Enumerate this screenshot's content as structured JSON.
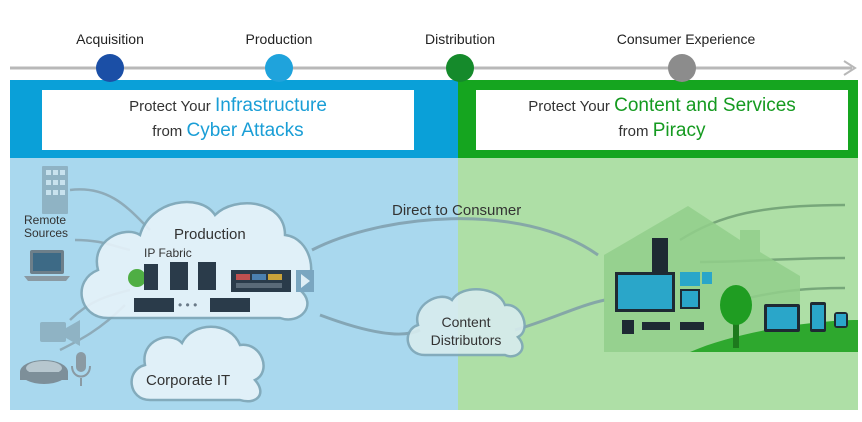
{
  "timeline": {
    "stages": [
      {
        "label": "Acquisition",
        "color": "#1b4fa6"
      },
      {
        "label": "Production",
        "color": "#1fa3dc"
      },
      {
        "label": "Distribution",
        "color": "#158a2b"
      },
      {
        "label": "Consumer Experience",
        "color": "#8c8c8c"
      }
    ]
  },
  "panels": {
    "left": {
      "prefix1": "Protect Your",
      "highlight1": "Infrastructure",
      "prefix2": "from",
      "highlight2": "Cyber Attacks",
      "accent": "#0aa0d8",
      "background": "#a9d8ee"
    },
    "right": {
      "prefix1": "Protect Your",
      "highlight1": "Content and Services",
      "prefix2": "from",
      "highlight2": "Piracy",
      "accent": "#15a51f",
      "background": "#aedfa6"
    }
  },
  "labels": {
    "remote_sources_line1": "Remote",
    "remote_sources_line2": "Sources",
    "production": "Production",
    "ip_fabric": "IP Fabric",
    "ellipsis": "• • •",
    "corporate_it": "Corporate IT",
    "direct_to_consumer": "Direct to Consumer",
    "content": "Content",
    "distributors": "Distributors"
  },
  "icons": [
    "building-icon",
    "laptop-icon",
    "camera-icon",
    "stadium-icon",
    "microphone-icon",
    "server-icon",
    "video-wall-icon",
    "house-icon",
    "tv-icon",
    "tree-icon",
    "tablet-icon",
    "phone-icon",
    "watch-icon"
  ]
}
